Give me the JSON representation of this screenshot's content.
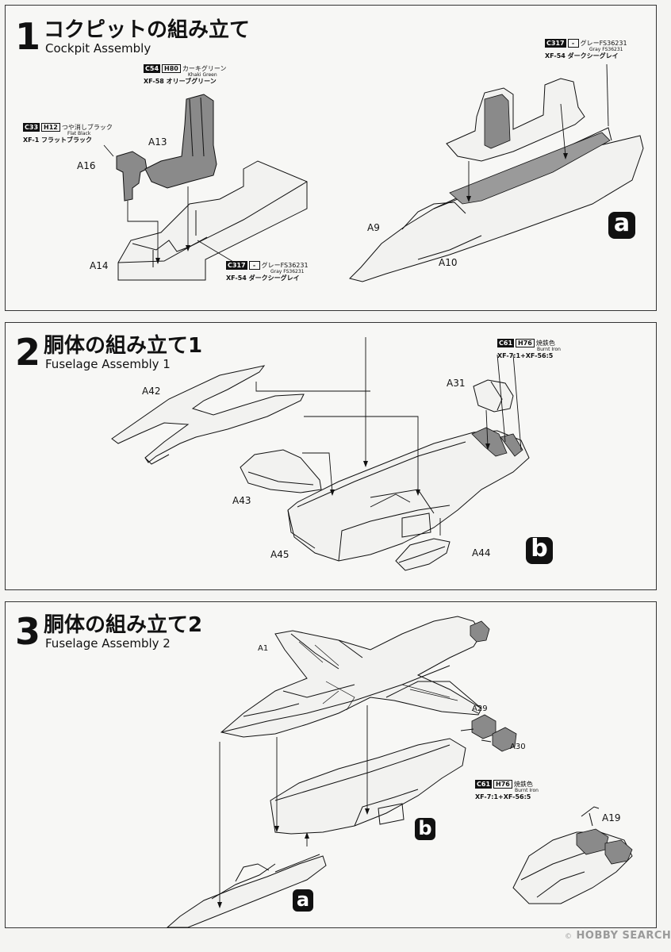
{
  "steps": [
    {
      "num": "1",
      "title_jp": "コクピットの組み立て",
      "title_en": "Cockpit Assembly"
    },
    {
      "num": "2",
      "title_jp": "胴体の組み立て1",
      "title_en": "Fuselage Assembly 1"
    },
    {
      "num": "3",
      "title_jp": "胴体の組み立て2",
      "title_en": "Fuselage Assembly 2"
    }
  ],
  "parts": {
    "a16": "A16",
    "a13": "A13",
    "a14": "A14",
    "a9": "A9",
    "a10": "A10",
    "a42": "A42",
    "a31": "A31",
    "a43": "A43",
    "a45": "A45",
    "a44": "A44",
    "a1": "A1",
    "a29": "A29",
    "a30": "A30",
    "a19": "A19"
  },
  "subassemblies": {
    "a": "a",
    "b": "b"
  },
  "callouts": {
    "c54": {
      "code": "C54",
      "h": "H80",
      "jp": "カーキグリーン",
      "en": "Khaki Green",
      "xf": "XF-58 オリーブグリーン"
    },
    "c33": {
      "code": "C33",
      "h": "H12",
      "jp": "つや消しブラック",
      "en": "Flat Black",
      "xf": "XF-1 フラットブラック"
    },
    "c317": {
      "code": "C317",
      "h": "-",
      "jp": "グレーFS36231",
      "en": "Gray FS36231",
      "xf": "XF-54 ダークシーグレイ"
    },
    "c61": {
      "code": "C61",
      "h": "H76",
      "jp": "焼鉄色",
      "en": "Burnt Iron",
      "xf": "XF-7:1+XF-56:5"
    }
  },
  "watermark": {
    "brand": "HOBBY SEARCH",
    "copyright": "©"
  },
  "colors": {
    "ink": "#111111",
    "shade": "#8a8a8a",
    "panel": "#f7f7f5",
    "line": "#333333"
  }
}
